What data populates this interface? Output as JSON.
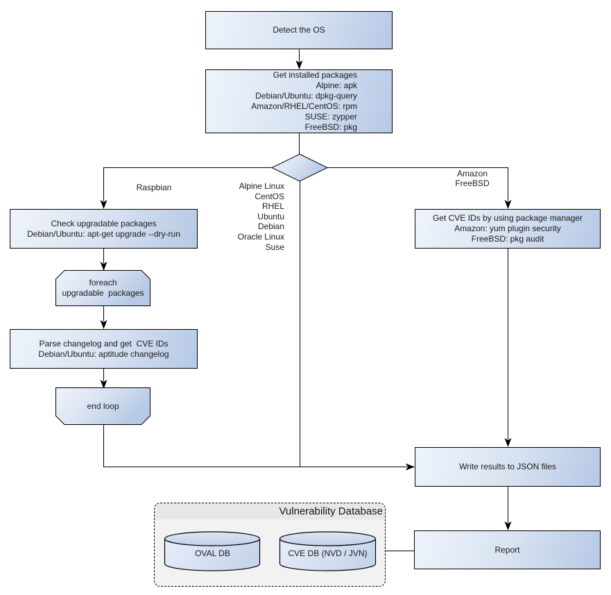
{
  "colors": {
    "node_fill_light": "#eff4fb",
    "node_fill_dark": "#b6c9e5",
    "node_border": "#000000",
    "container_fill": "#f2f2f2",
    "container_header_fill": "#e7e7e7",
    "cylinder_top_fill": "#ccd9ec",
    "text": "#1a1a1a"
  },
  "nodes": {
    "detect_os": {
      "label": "Detect the OS"
    },
    "get_installed_packages": {
      "lines": [
        "Get installed packages",
        "Alpine: apk",
        "Debian/Ubuntu: dpkg-query",
        "Amazon/RHEL/CentOS: rpm",
        "SUSE: zypper",
        "FreeBSD: pkg"
      ]
    },
    "check_upgradable": {
      "lines": [
        "Check upgradable packages",
        "Debian/Ubuntu: apt-get upgrade --dry-run"
      ]
    },
    "foreach_loop_start": {
      "lines": [
        "foreach",
        "upgradable  packages"
      ]
    },
    "parse_changelog": {
      "lines": [
        "Parse changelog and get  CVE IDs",
        "Debian/Ubuntu: aptitude changelog"
      ]
    },
    "end_loop": {
      "label": "end loop"
    },
    "get_cve_ids": {
      "lines": [
        "Get CVE IDs by using package manager",
        "Amazon: yum plugin security",
        "FreeBSD: pkg audit"
      ]
    },
    "write_results": {
      "label": "Write results to JSON files"
    },
    "report": {
      "label": "Report"
    },
    "vulnerability_database": {
      "title": "Vulnerability Database",
      "oval_db": "OVAL DB",
      "cve_db": "CVE DB (NVD / JVN)"
    }
  },
  "edge_labels": {
    "raspbian": "Raspbian",
    "mid_branch": [
      "Alpine Linux",
      "CentOS",
      "RHEL",
      "Ubuntu",
      "Debian",
      "Oracle Linux",
      "Suse"
    ],
    "right_branch": [
      "Amazon",
      "FreeBSD"
    ]
  }
}
